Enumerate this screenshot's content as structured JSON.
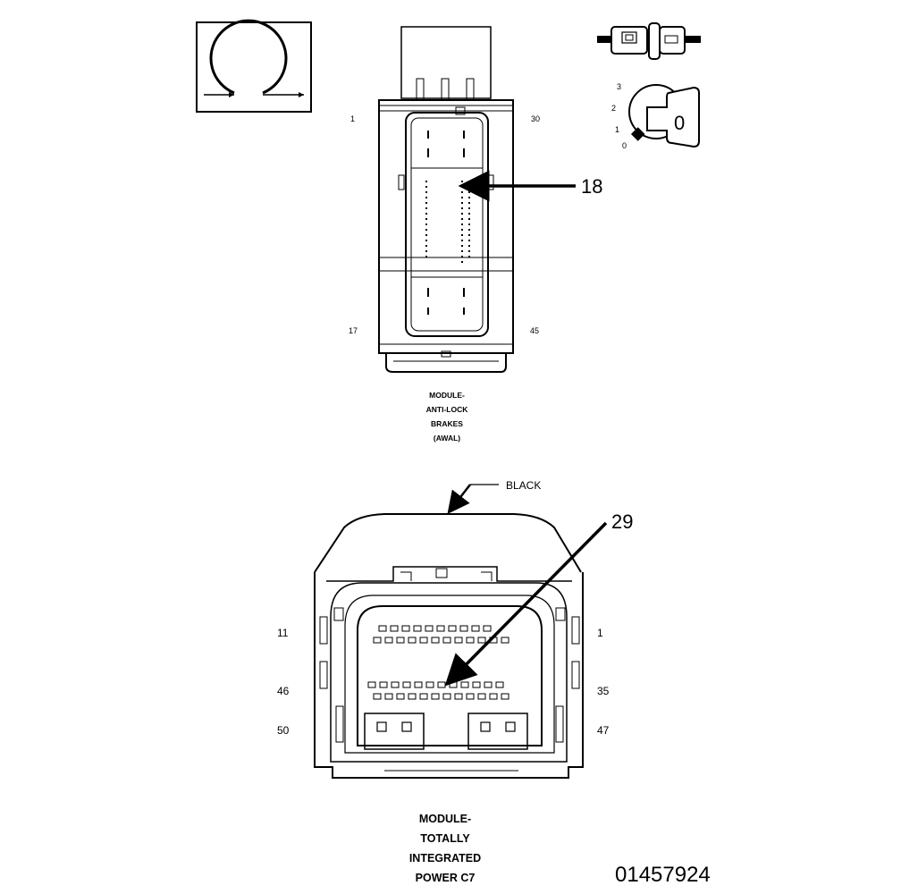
{
  "top_connector": {
    "pin_labels": {
      "top_left": "1",
      "top_right": "30",
      "bottom_left": "17",
      "bottom_right": "45"
    },
    "callout": "18",
    "caption_lines": [
      "MODULE-",
      "ANTI-LOCK",
      "BRAKES",
      "(AWAL)"
    ]
  },
  "ignition_key": {
    "positions": [
      "3",
      "2",
      "1",
      "0"
    ],
    "key_label": "0"
  },
  "bottom_connector": {
    "color_label": "BLACK",
    "callout": "29",
    "pin_labels": {
      "left": [
        "11",
        "46",
        "50"
      ],
      "right": [
        "1",
        "35",
        "47"
      ]
    },
    "caption_lines": [
      "MODULE-",
      "TOTALLY",
      "INTEGRATED",
      "POWER C7"
    ]
  },
  "part_number": "01457924",
  "colors": {
    "line": "#000000",
    "background": "#ffffff"
  }
}
